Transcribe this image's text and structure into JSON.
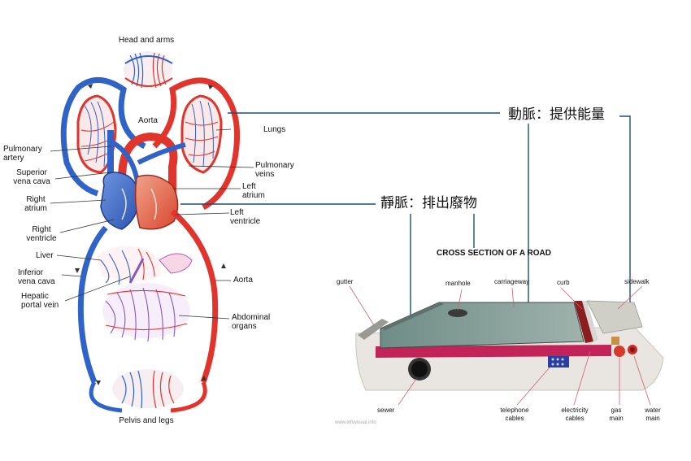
{
  "circulatory": {
    "labels": {
      "head_arms": "Head and arms",
      "aorta_top": "Aorta",
      "lungs": "Lungs",
      "pulmonary_artery": "Pulmonary\nartery",
      "superior_vena_cava": "Superior\nvena cava",
      "pulmonary_veins": "Pulmonary\nveins",
      "left_atrium": "Left\natrium",
      "right_atrium": "Right\natrium",
      "left_ventricle": "Left\nventricle",
      "right_ventricle": "Right\nventricle",
      "liver": "Liver",
      "aorta_right": "Aorta",
      "inferior_vena_cava": "Inferior\nvena cava",
      "hepatic_portal_vein": "Hepatic\nportal vein",
      "abdominal_organs": "Abdominal\norgans",
      "pelvis_legs": "Pelvis and legs"
    },
    "colors": {
      "artery": "#e0342c",
      "vein": "#2f63c8",
      "mixed": "#8a55b8"
    }
  },
  "annotations": {
    "artery": "動脈：提供能量",
    "vein": "靜脈：排出廢物"
  },
  "road": {
    "title": "CROSS SECTION OF A ROAD",
    "labels": {
      "gutter": "gutter",
      "manhole": "manhole",
      "carriageway": "carriageway",
      "curb": "curb",
      "sidewalk": "sidewalk",
      "sewer": "sewer",
      "telephone": "telephone\ncables",
      "electricity": "electricity\ncables",
      "gas": "gas\nmain",
      "water": "water\nmain"
    },
    "credit": "www.infovisual.info"
  }
}
